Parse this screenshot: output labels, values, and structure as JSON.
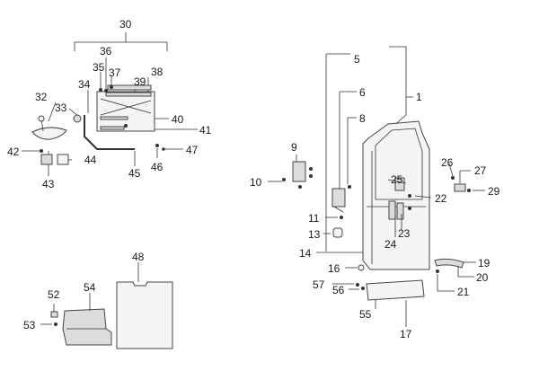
{
  "diagram": {
    "callouts": [
      {
        "id": "30",
        "text": "30"
      },
      {
        "id": "36",
        "text": "36"
      },
      {
        "id": "35",
        "text": "35"
      },
      {
        "id": "37",
        "text": "37"
      },
      {
        "id": "38",
        "text": "38"
      },
      {
        "id": "39",
        "text": "39"
      },
      {
        "id": "32",
        "text": "32"
      },
      {
        "id": "34",
        "text": "34"
      },
      {
        "id": "33",
        "text": "33"
      },
      {
        "id": "40",
        "text": "40"
      },
      {
        "id": "41",
        "text": "41"
      },
      {
        "id": "42",
        "text": "42"
      },
      {
        "id": "44",
        "text": "44"
      },
      {
        "id": "43",
        "text": "43"
      },
      {
        "id": "45",
        "text": "45"
      },
      {
        "id": "46",
        "text": "46"
      },
      {
        "id": "47",
        "text": "47"
      },
      {
        "id": "5",
        "text": "5"
      },
      {
        "id": "1",
        "text": "1"
      },
      {
        "id": "6",
        "text": "6"
      },
      {
        "id": "8",
        "text": "8"
      },
      {
        "id": "9",
        "text": "9"
      },
      {
        "id": "10",
        "text": "10"
      },
      {
        "id": "11",
        "text": "11"
      },
      {
        "id": "13",
        "text": "13"
      },
      {
        "id": "14",
        "text": "14"
      },
      {
        "id": "16",
        "text": "16"
      },
      {
        "id": "25",
        "text": "25"
      },
      {
        "id": "22",
        "text": "22"
      },
      {
        "id": "26",
        "text": "26"
      },
      {
        "id": "27",
        "text": "27"
      },
      {
        "id": "29",
        "text": "29"
      },
      {
        "id": "23",
        "text": "23"
      },
      {
        "id": "24",
        "text": "24"
      },
      {
        "id": "19",
        "text": "19"
      },
      {
        "id": "20",
        "text": "20"
      },
      {
        "id": "21",
        "text": "21"
      },
      {
        "id": "57",
        "text": "57"
      },
      {
        "id": "56",
        "text": "56"
      },
      {
        "id": "55",
        "text": "55"
      },
      {
        "id": "17",
        "text": "17"
      },
      {
        "id": "48",
        "text": "48"
      },
      {
        "id": "52",
        "text": "52"
      },
      {
        "id": "54",
        "text": "54"
      },
      {
        "id": "53",
        "text": "53"
      }
    ]
  }
}
